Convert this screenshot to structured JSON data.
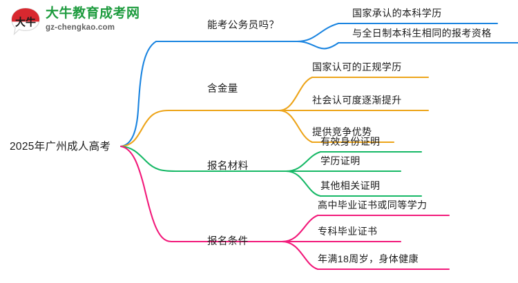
{
  "logo": {
    "mark_text": "大牛",
    "name_cn": "大牛教育成考网",
    "name_en": "gz-chengkao.com",
    "brand_green": "#1d9b3e",
    "brand_red": "#d8282f"
  },
  "mindmap": {
    "root": {
      "label": "2025年广州成人高考"
    },
    "branches": [
      {
        "label": "能考公务员吗？",
        "color": "#1a84e0",
        "children": [
          {
            "label": "国家承认的本科学历"
          },
          {
            "label": "与全日制本科生相同的报考资格"
          }
        ]
      },
      {
        "label": "含金量",
        "color": "#eda419",
        "children": [
          {
            "label": "国家认可的正规学历"
          },
          {
            "label": "社会认可度逐渐提升"
          },
          {
            "label": "提供竞争优势"
          }
        ]
      },
      {
        "label": "报名材料",
        "color": "#16b866",
        "children": [
          {
            "label": "有效身份证明"
          },
          {
            "label": "学历证明"
          },
          {
            "label": "其他相关证明"
          }
        ]
      },
      {
        "label": "报名条件",
        "color": "#f2197a",
        "children": [
          {
            "label": "高中毕业证书或同等学力"
          },
          {
            "label": "专科毕业证书"
          },
          {
            "label": "年满18周岁，身体健康"
          }
        ]
      }
    ]
  }
}
